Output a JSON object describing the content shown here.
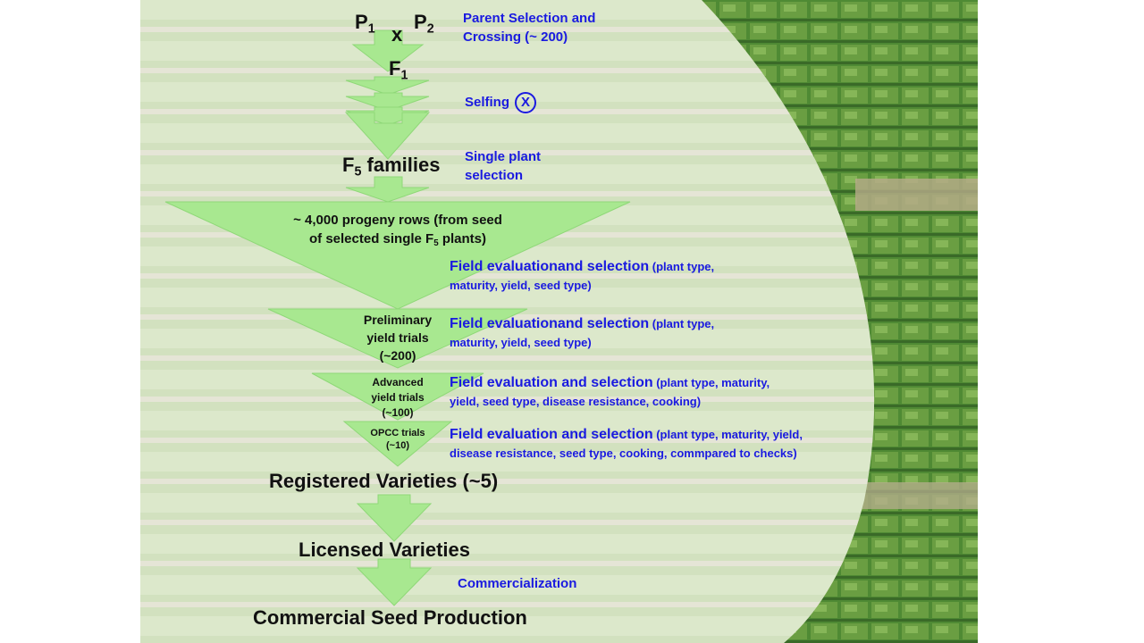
{
  "labels": {
    "parent1": "P",
    "parent1_sub": "1",
    "cross": "x",
    "parent2": "P",
    "parent2_sub": "2",
    "f1": "F",
    "f1_sub": "1",
    "f5_pre": "F",
    "f5_sub": "5",
    "f5_post": " families",
    "progeny_line1": "~ 4,000 progeny rows (from seed",
    "progeny_line2_pre": "of selected single F",
    "progeny_line2_sub": "5",
    "progeny_line2_post": " plants)",
    "pyt_line1": "Preliminary",
    "pyt_line2": "yield trials",
    "pyt_line3": "(~200)",
    "ayt_line1": "Advanced",
    "ayt_line2": "yield trials",
    "ayt_line3": "(~100)",
    "opcc_line1": "OPCC trials",
    "opcc_line2": "(~10)",
    "registered": "Registered Varieties (~5)",
    "licensed": "Licensed Varieties",
    "commercial": "Commercial Seed Production"
  },
  "notes": {
    "crossing_line1": "Parent Selection and",
    "crossing_line2": "Crossing (~ 200)",
    "selfing": "Selfing",
    "selfing_symbol": "X",
    "single_plant_line1": "Single plant",
    "single_plant_line2": "selection",
    "eval1_main": "Field evaluationand selection",
    "eval1_detail1": " (plant type,",
    "eval1_detail2": "maturity, yield, seed type)",
    "eval2_main": "Field evaluationand selection",
    "eval2_detail1": " (plant type,",
    "eval2_detail2": "maturity, yield, seed type)",
    "eval3_main": "Field evaluation and selection",
    "eval3_detail1": " (plant type, maturity,",
    "eval3_detail2": "yield, seed type, disease resistance, cooking)",
    "eval4_main": "Field evaluation and selection",
    "eval4_detail1": " (plant type, maturity, yield,",
    "eval4_detail2": "disease resistance, seed type, cooking, commpared to checks)",
    "commercialization": "Commercialization"
  },
  "colors": {
    "arrow_fill": "#a8e890",
    "arrow_stroke": "#8fd878",
    "note_text": "#1a1ae0",
    "label_text": "#111111",
    "overlay": "#eef3e6",
    "field_dark": "#3f7a2a",
    "field_light": "#8fb56a"
  }
}
